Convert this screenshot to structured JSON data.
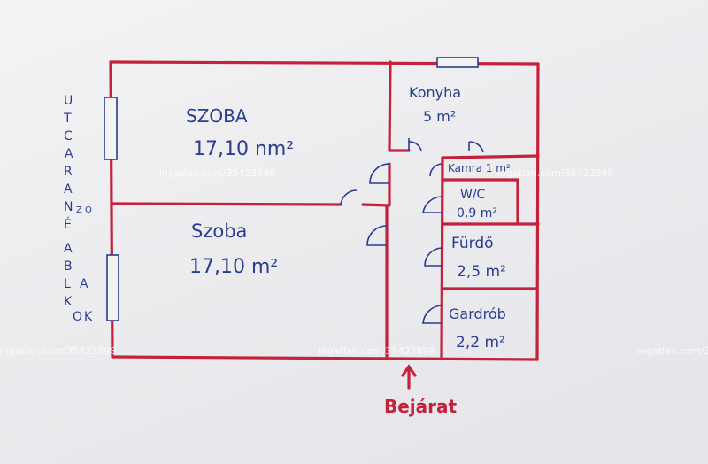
{
  "rooms": {
    "szoba1": {
      "name": "SZOBA",
      "area": "17,10 nm²"
    },
    "szoba2": {
      "name": "Szoba",
      "area": "17,10 m²"
    },
    "konyha": {
      "name": "Konyha",
      "area": "5 m²"
    },
    "kamra": {
      "name": "Kamra 1 m²"
    },
    "wc": {
      "name": "W/C",
      "area": "0,9 m²"
    },
    "furdo": {
      "name": "Fürdő",
      "area": "2,5 m²"
    },
    "gardrob": {
      "name": "Gardrób",
      "area": "2,2 m²"
    }
  },
  "side_letters": [
    "U",
    "T",
    "C",
    "A",
    "R",
    "A",
    "N",
    "É",
    "Z",
    "Ő",
    "A",
    "B",
    "L",
    "A",
    "K",
    "O",
    "K"
  ],
  "entrance": {
    "label": "Bejárat"
  },
  "watermark": "ingatlan.com/35423898",
  "colors": {
    "wall": "#c4213b",
    "ink": "#2a3d8f",
    "paper": "#f3f3f5"
  }
}
